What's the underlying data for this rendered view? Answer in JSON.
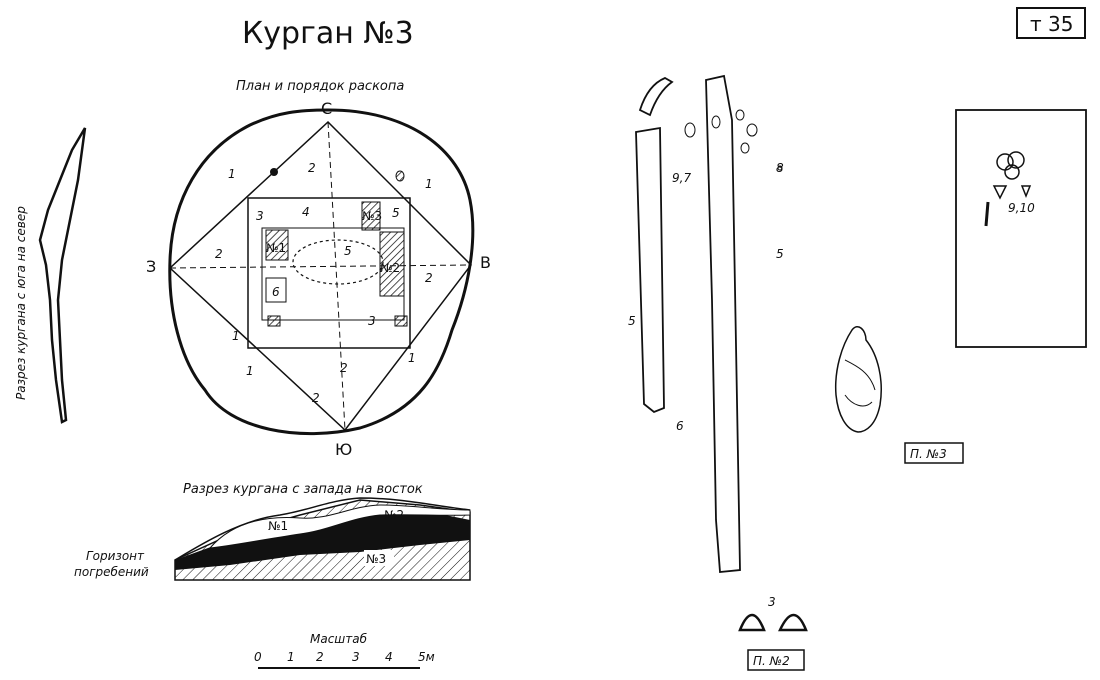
{
  "sheet": {
    "title": "Курган №3",
    "code": "т 35"
  },
  "plan": {
    "heading": "План и порядок раскопа",
    "dir_n": "С",
    "dir_s": "Ю",
    "dir_w": "З",
    "dir_e": "В",
    "sectors": [
      "1",
      "2",
      "2",
      "1",
      "3",
      "4",
      "5",
      "5",
      "6",
      "3",
      "2",
      "1",
      "2",
      "1",
      "2",
      "1"
    ],
    "pits": [
      "№1",
      "№2",
      "№3"
    ]
  },
  "vertical_section": {
    "label": "Разрез кургана с юга на север"
  },
  "horizontal_section": {
    "label": "Разрез кургана с запада на восток",
    "layers": [
      "№1",
      "№2",
      "№3"
    ],
    "horizon_line1": "Горизонт",
    "horizon_line2": "погребений"
  },
  "scale": {
    "label": "Масштаб",
    "ticks": [
      "0",
      "1",
      "2",
      "3",
      "4",
      "5м"
    ]
  },
  "burials": {
    "grave2_label": "П. №2",
    "grave3_label": "П. №3",
    "finds": [
      "5",
      "6",
      "9,7",
      "8",
      "5",
      "3",
      "9,10"
    ]
  }
}
